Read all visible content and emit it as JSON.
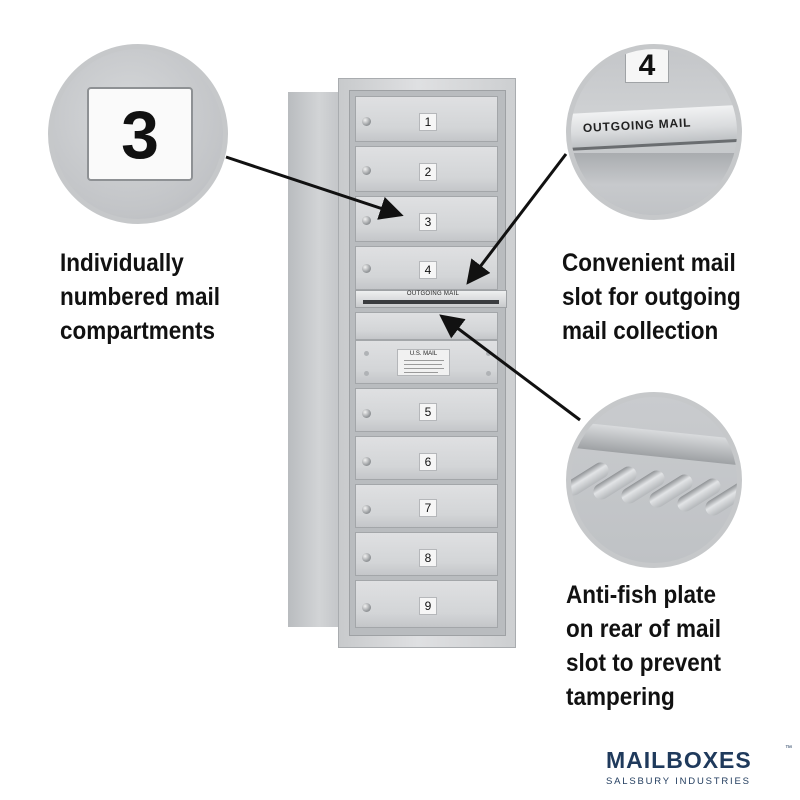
{
  "compartment_numbers": [
    "1",
    "2",
    "3",
    "4",
    "5",
    "6",
    "7",
    "8",
    "9"
  ],
  "slot_label": "OUTGOING MAIL",
  "postal_plate_title": "U.S. MAIL",
  "callouts": {
    "numbered_badge": "3",
    "slot_badge": "4",
    "slot_plate_label": "OUTGOING MAIL"
  },
  "features": [
    {
      "lines": [
        "Individually",
        "numbered mail",
        "compartments"
      ]
    },
    {
      "lines": [
        "Convenient mail",
        "slot for outgoing",
        "mail collection"
      ]
    },
    {
      "lines": [
        "Anti-fish plate",
        "on rear of mail",
        "slot to prevent",
        "tampering"
      ]
    }
  ],
  "brand": {
    "name": "MAILBOXES",
    "tm": "™",
    "subtitle": "SALSBURY INDUSTRIES"
  },
  "colors": {
    "brand": "#1f3a5c",
    "aluminum": "#d3d5d7",
    "text": "#111111"
  }
}
